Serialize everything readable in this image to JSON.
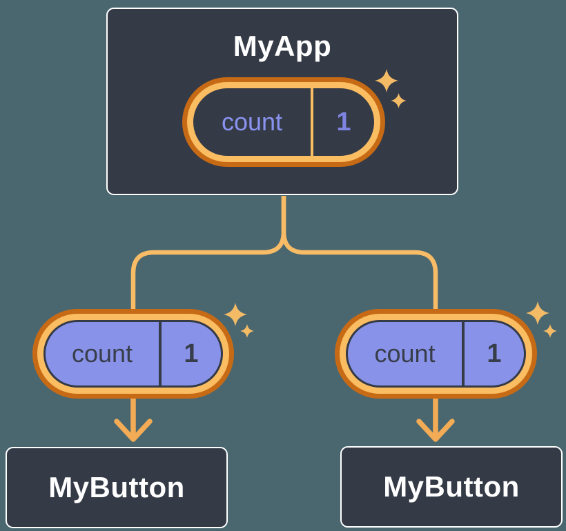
{
  "tree": {
    "root": {
      "title": "MyApp",
      "pill": {
        "label": "count",
        "value": "1"
      }
    },
    "children": [
      {
        "title": "MyButton",
        "pill": {
          "label": "count",
          "value": "1"
        }
      },
      {
        "title": "MyButton",
        "pill": {
          "label": "count",
          "value": "1"
        }
      }
    ]
  },
  "icons": {
    "sparkle": "four-point-sparkle"
  },
  "colors": {
    "page_background": "#4A6770",
    "card_background": "#343A46",
    "card_border": "#FFFFFF",
    "ring_outer_orange": "#C76A15",
    "ring_inner_orange": "#FABD62",
    "connector_orange": "#F8BC66",
    "arrow_orange": "#F3AC55",
    "sparkle_orange": "#F4BB67",
    "pill_purple_fill": "#8892E8",
    "state_label_purple": "#8A93F0",
    "state_value_purple": "#7D84E1",
    "dark_text": "#373D49",
    "title_text": "#FFFFFF"
  }
}
